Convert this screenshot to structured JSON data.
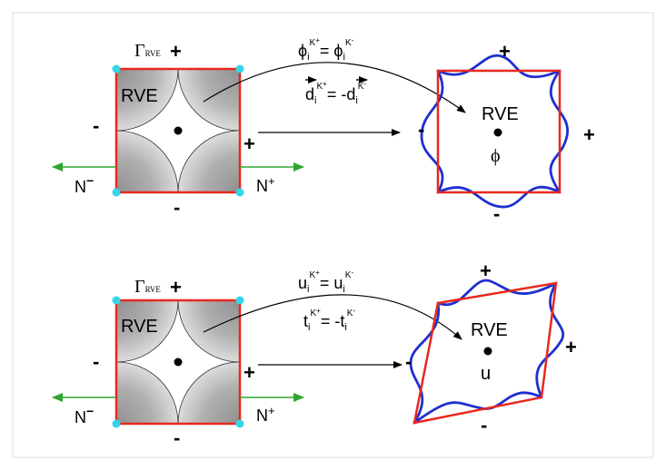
{
  "colors": {
    "frame_border": "#dddddd",
    "rve_edge": "#e8281e",
    "deformed_boundary": "#1f2fcf",
    "corner_node": "#33d6e6",
    "force_arrow": "#2ea52e",
    "text": "#000000"
  },
  "top": {
    "gamma": "Γ",
    "gamma_sub": "RVE",
    "plus_top": "+",
    "minus_left": "-",
    "plus_right": "+",
    "minus_bottom": "-",
    "rve_label": "RVE",
    "n_left": "N",
    "n_left_sup": "−",
    "n_right": "N",
    "n_right_sup": "+",
    "eq1": "ϕ",
    "eq1_sub": "i",
    "eq1_sup": "K",
    "eq1_sup_sign": "+",
    "eq1_rhs": "= ϕ",
    "eq1_rhs_sub": "i",
    "eq1_rhs_sup": "K",
    "eq1_rhs_sup_sign": "-",
    "eq2": "d",
    "eq2_sub": "i",
    "eq2_sup": "K",
    "eq2_sup_sign": "+",
    "eq2_rhs": "= -d",
    "eq2_rhs_sub": "i",
    "eq2_rhs_sup": "K",
    "eq2_rhs_sup_sign": "-",
    "def_plus_top": "+",
    "def_plus_right": "+",
    "def_minus_left": "-",
    "def_minus_bottom": "-",
    "def_rve_label": "RVE",
    "def_field": "ϕ"
  },
  "bottom": {
    "gamma": "Γ",
    "gamma_sub": "RVE",
    "plus_top": "+",
    "minus_left": "-",
    "plus_right": "+",
    "minus_bottom": "-",
    "rve_label": "RVE",
    "n_left": "N",
    "n_left_sup": "−",
    "n_right": "N",
    "n_right_sup": "+",
    "eq1": "u",
    "eq1_sub": "i",
    "eq1_sup": "K",
    "eq1_sup_sign": "+",
    "eq1_rhs": "= u",
    "eq1_rhs_sub": "i",
    "eq1_rhs_sup": "K",
    "eq1_rhs_sup_sign": "-",
    "eq2": "t",
    "eq2_sub": "i",
    "eq2_sup": "K",
    "eq2_sup_sign": "+",
    "eq2_rhs": "= -t",
    "eq2_rhs_sub": "i",
    "eq2_rhs_sup": "K",
    "eq2_rhs_sup_sign": "-",
    "def_plus_top": "+",
    "def_plus_right": "+",
    "def_minus_left": "-",
    "def_minus_bottom": "-",
    "def_rve_label": "RVE",
    "def_field": "u"
  }
}
